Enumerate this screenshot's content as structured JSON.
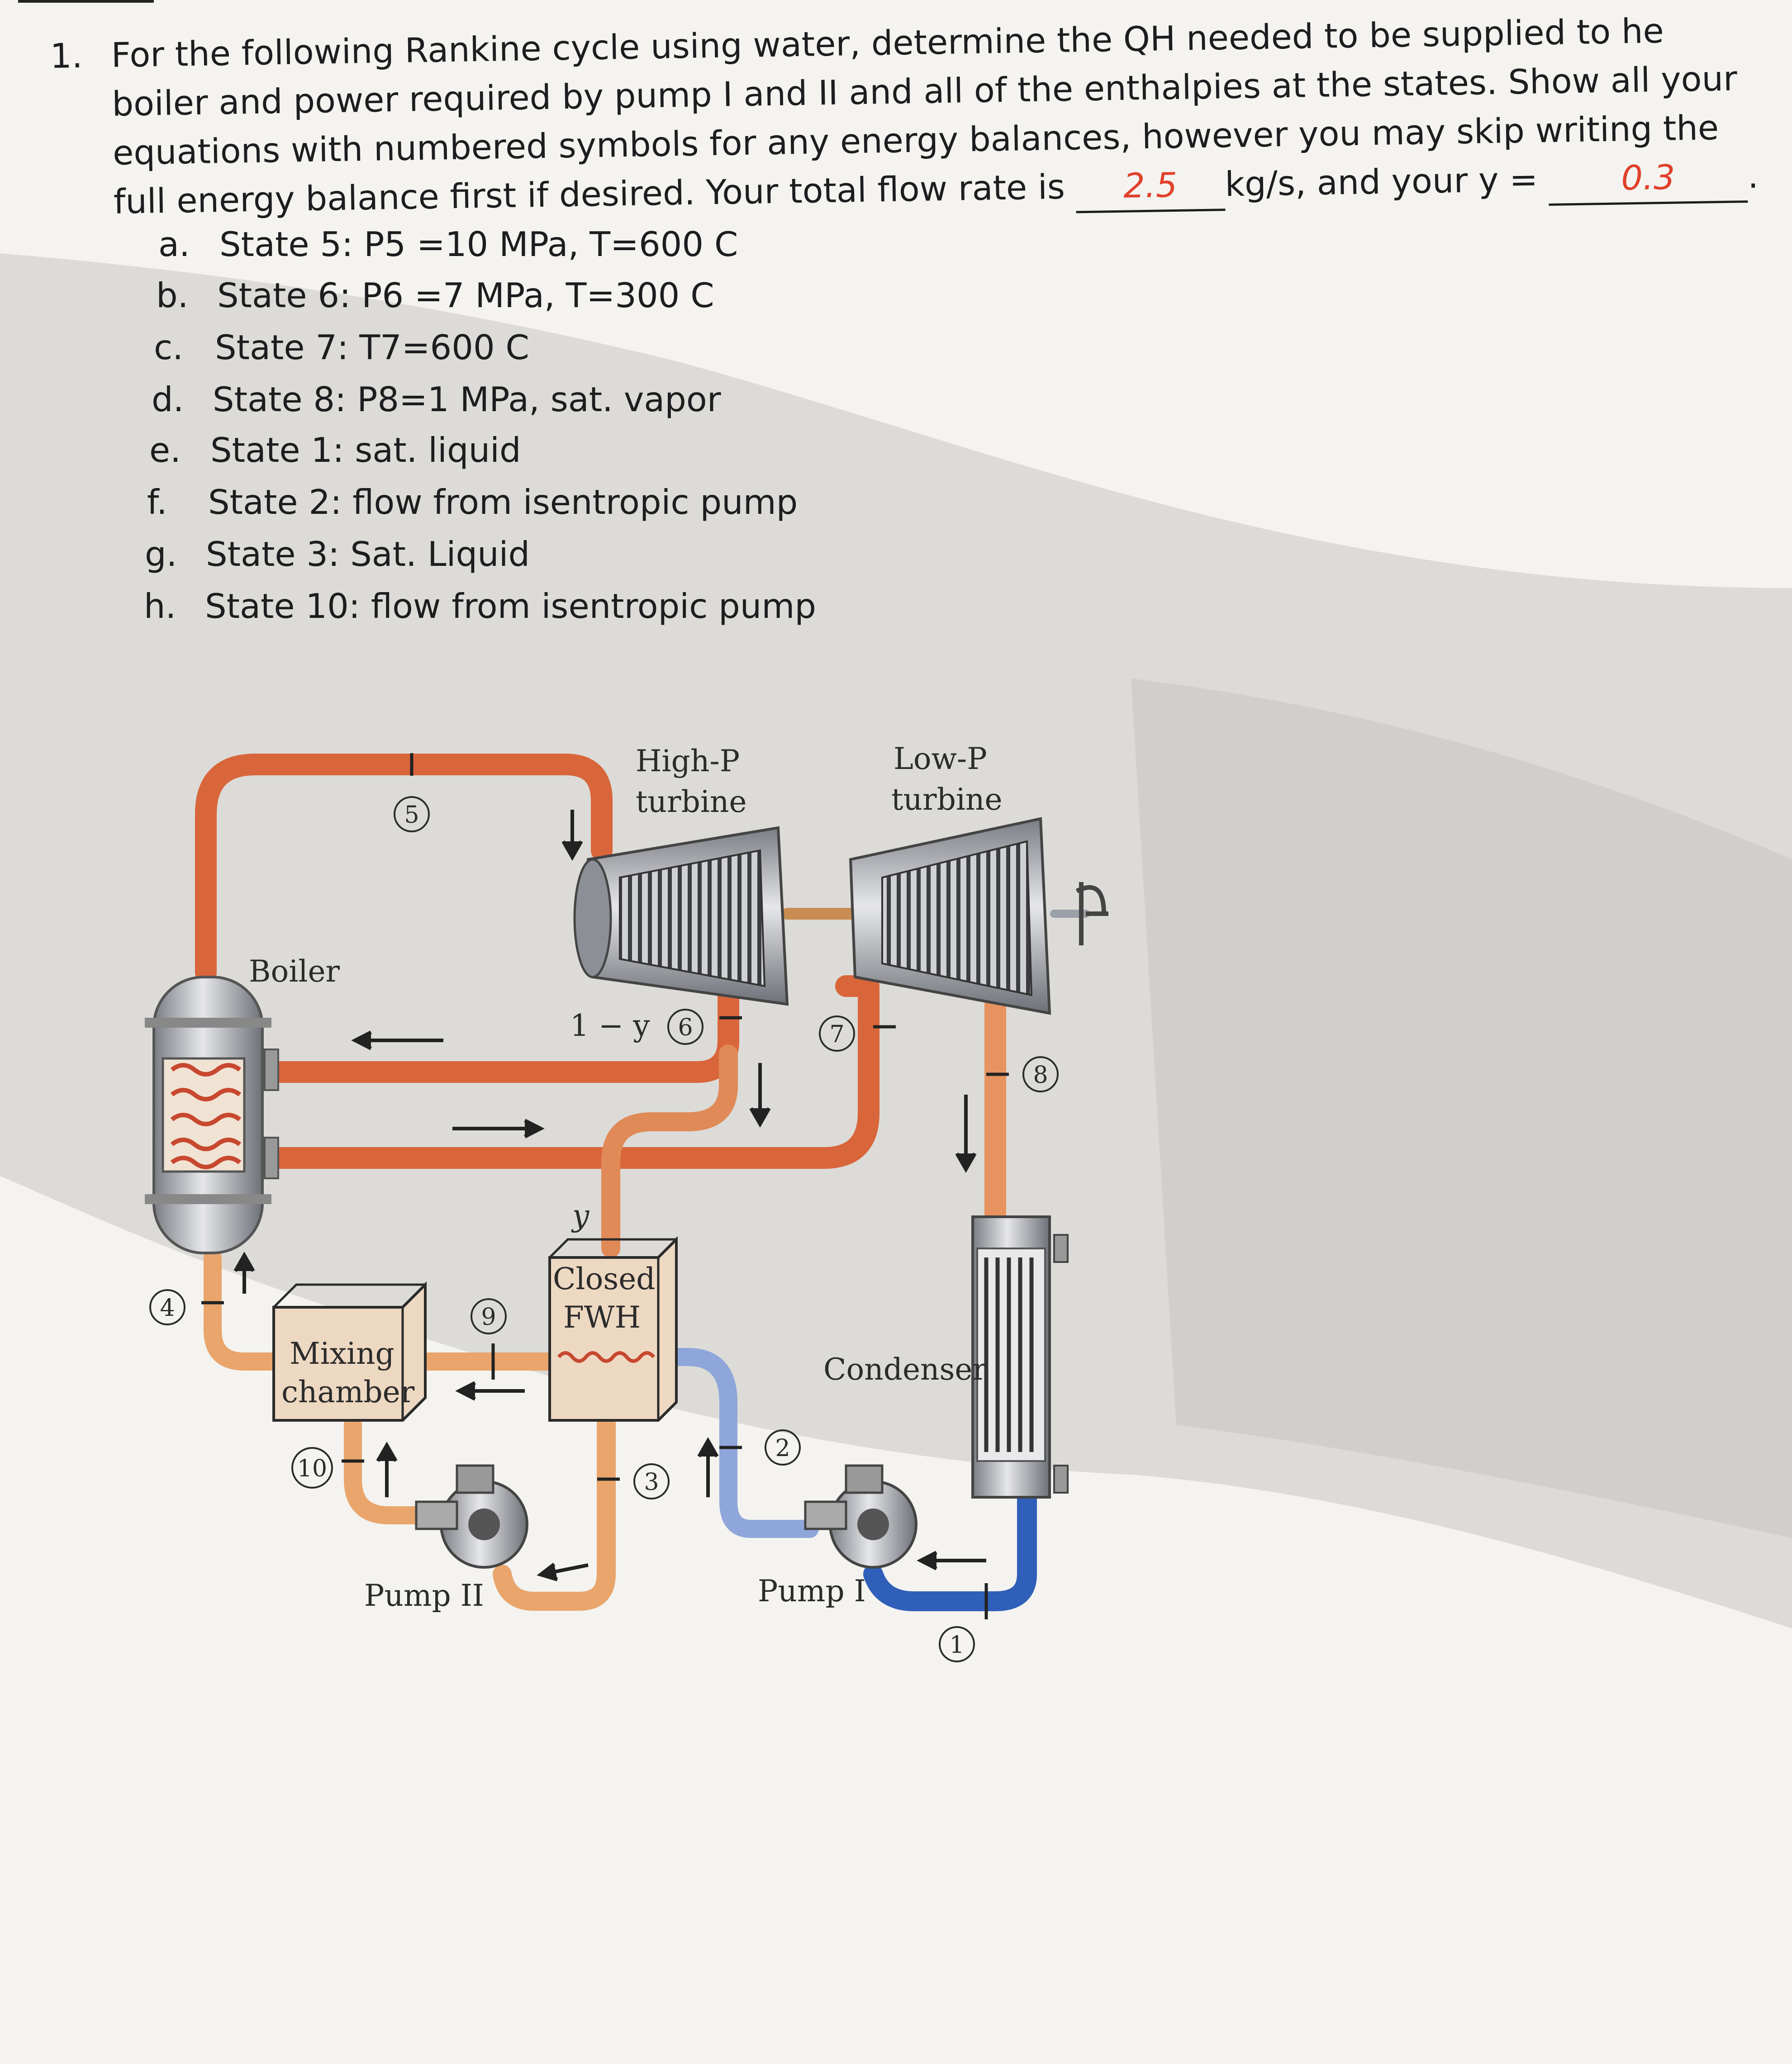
{
  "question": {
    "number": "1.",
    "text_before_flow": "For the following Rankine cycle using water, determine the QH needed to be supplied to he boiler and power required by pump I and II and all of the enthalpies at the states. Show all your equations with numbered symbols for any energy balances, however you may skip writing the full energy balance first if desired. Your total flow rate is",
    "flow_rate_value": "2.5",
    "text_between": "kg/s, and your y =",
    "y_value": "0.3",
    "text_after": "."
  },
  "items": [
    {
      "letter": "a.",
      "text": "State 5: P5 =10 MPa, T=600 C"
    },
    {
      "letter": "b.",
      "text": "State 6: P6 =7 MPa, T=300 C"
    },
    {
      "letter": "c.",
      "text": "State 7: T7=600 C"
    },
    {
      "letter": "d.",
      "text": "State 8: P8=1 MPa, sat. vapor"
    },
    {
      "letter": "e.",
      "text": "State 1: sat. liquid"
    },
    {
      "letter": "f.",
      "text": "State 2: flow from isentropic pump"
    },
    {
      "letter": "g.",
      "text": "State 3: Sat. Liquid"
    },
    {
      "letter": "h.",
      "text": "State 10: flow from isentropic pump"
    }
  ],
  "diagram": {
    "labels": {
      "hp_turbine_line1": "High-P",
      "hp_turbine_line2": "turbine",
      "lp_turbine_line1": "Low-P",
      "lp_turbine_line2": "turbine",
      "boiler": "Boiler",
      "one_minus_y": "1 − y",
      "y": "y",
      "fwh_line1": "Closed",
      "fwh_line2": "FWH",
      "mixing_line1": "Mixing",
      "mixing_line2": "chamber",
      "condenser": "Condenser",
      "pump2": "Pump II",
      "pump1": "Pump I"
    },
    "states": {
      "s1": "1",
      "s2": "2",
      "s3": "3",
      "s4": "4",
      "s5": "5",
      "s6": "6",
      "s7": "7",
      "s8": "8",
      "s9": "9",
      "s10": "10"
    },
    "colors": {
      "hot_pipe": "#d9653b",
      "warm_pipe": "#e9a56b",
      "cold_pipe": "#5d7fc9",
      "deep_cold_pipe": "#2f5fb8",
      "handwriting": "#e0412b"
    }
  }
}
